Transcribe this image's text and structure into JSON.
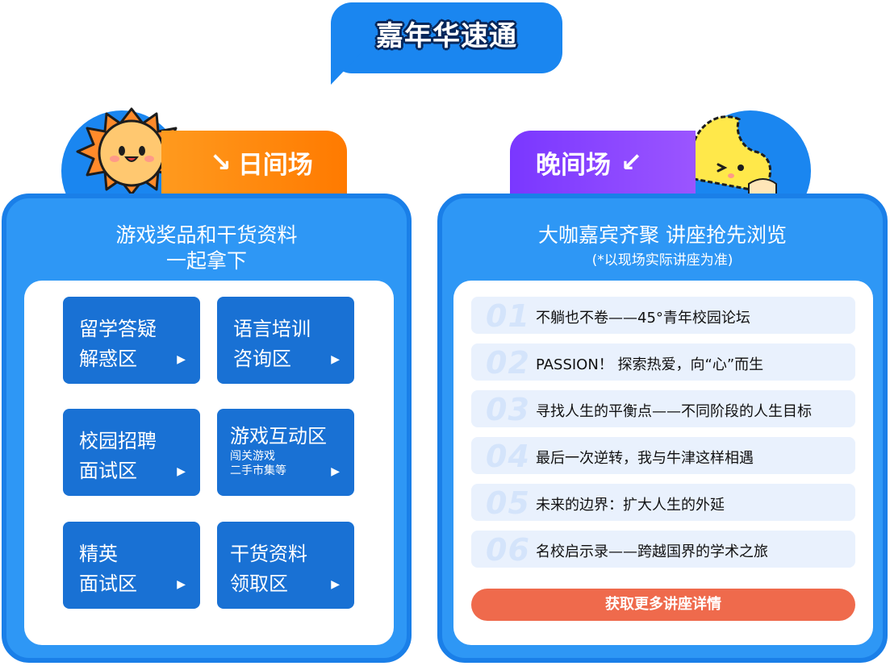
{
  "banner": {
    "title": "嘉年华速通"
  },
  "day": {
    "tag": "日间场",
    "arrow_icon": "arrow-down-right",
    "headline_1": "游戏奖品和干货资料",
    "headline_2": "一起拿下",
    "zones": [
      {
        "line1": "留学答疑",
        "line2": "解惑区"
      },
      {
        "line1": "语言培训",
        "line2": "咨询区"
      },
      {
        "line1": "校园招聘",
        "line2": "面试区"
      },
      {
        "line1": "游戏互动区",
        "sub1": "闯关游戏",
        "sub2": "二手市集等"
      },
      {
        "line1": "精英",
        "line2": "面试区"
      },
      {
        "line1": "干货资料",
        "line2": "领取区"
      }
    ],
    "play_icon": "▶"
  },
  "night": {
    "tag": "晚间场",
    "arrow_icon": "arrow-down-left",
    "headline": "大咖嘉宾齐聚 讲座抢先浏览",
    "note": "(*以现场实际讲座为准)",
    "lectures": [
      {
        "num": "01",
        "title": "不躺也不卷——45°青年校园论坛"
      },
      {
        "num": "02",
        "title": "PASSION！ 探索热爱，向“心”而生"
      },
      {
        "num": "03",
        "title": "寻找人生的平衡点——不同阶段的人生目标"
      },
      {
        "num": "04",
        "title": "最后一次逆转，我与牛津这样相遇"
      },
      {
        "num": "05",
        "title": "未来的边界：扩大人生的外延"
      },
      {
        "num": "06",
        "title": "名校启示录——跨越国界的学术之旅"
      }
    ],
    "more_button": "获取更多讲座详情"
  },
  "colors": {
    "brand_blue": "#1a86f0",
    "day_orange": "#ff8a10",
    "night_purple": "#8a45ff",
    "cta": "#ef6a4c"
  }
}
